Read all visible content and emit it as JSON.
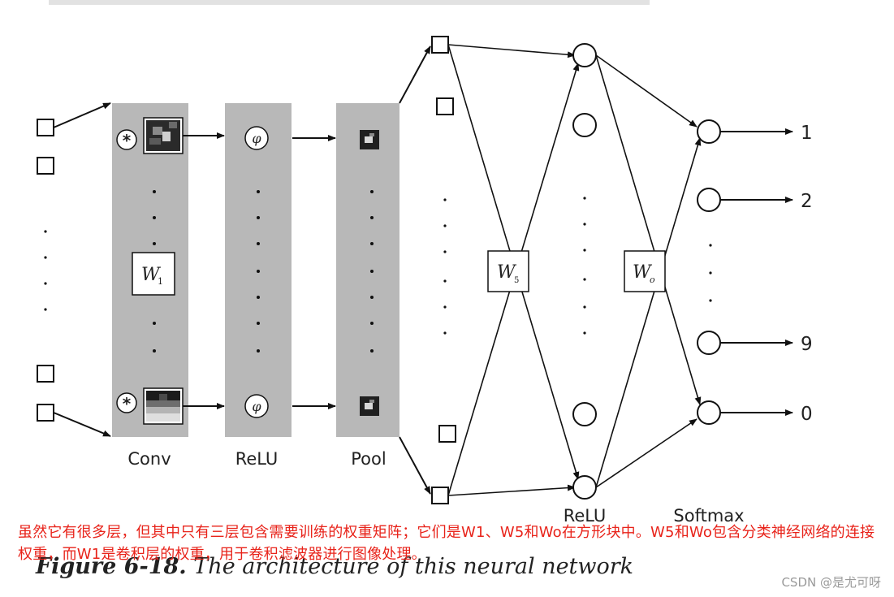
{
  "diagram": {
    "layers": {
      "conv": "Conv",
      "relu1": "ReLU",
      "pool": "Pool",
      "relu2": "ReLU",
      "softmax": "Softmax"
    },
    "weights": {
      "w1": {
        "base": "W",
        "sub": "1"
      },
      "w5": {
        "base": "W",
        "sub": "5"
      },
      "wo": {
        "base": "W",
        "sub": "o"
      }
    },
    "operators": {
      "conv": "*",
      "activation": "φ"
    },
    "outputs": [
      "1",
      "2",
      "9",
      "0"
    ]
  },
  "note": "虽然它有很多层，但其中只有三层包含需要训练的权重矩阵；它们是W1、W5和Wo在方形块中。W5和Wo包含分类神经网络的连接权重，而W1是卷积层的权重，用于卷积滤波器进行图像处理。",
  "caption": {
    "label": "Figure 6-18.",
    "text": " The architecture of this neural network"
  },
  "watermark": "CSDN @是尤可呀"
}
